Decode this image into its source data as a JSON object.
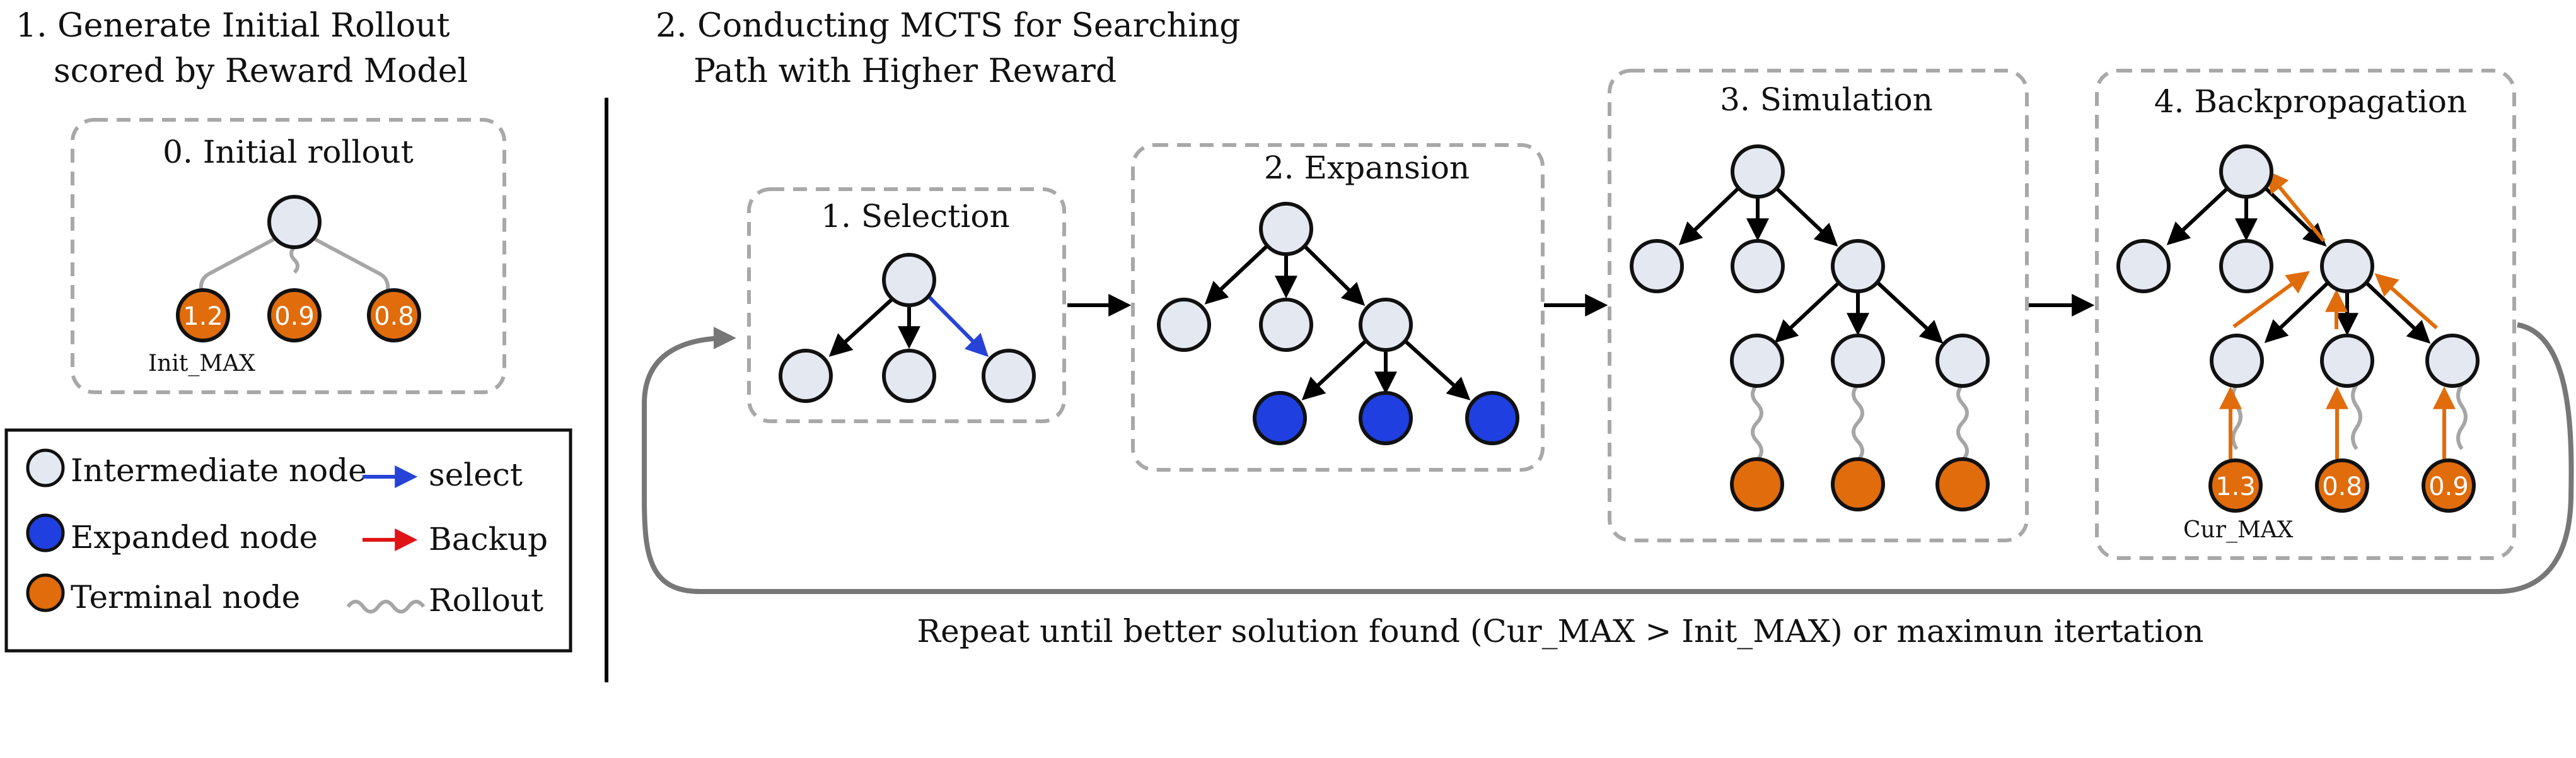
{
  "sections": {
    "left_title": [
      "1. Generate Initial Rollout",
      "scored by Reward Model"
    ],
    "right_title": [
      "2. Conducting MCTS for Searching",
      "Path with Higher Reward"
    ]
  },
  "panels": {
    "initial": {
      "title": "0. Initial rollout",
      "values": [
        "1.2",
        "0.9",
        "0.8"
      ],
      "marker": "Init_MAX"
    },
    "selection": {
      "title": "1. Selection"
    },
    "expansion": {
      "title": "2. Expansion"
    },
    "simulation": {
      "title": "3. Simulation"
    },
    "backprop": {
      "title": "4. Backpropagation",
      "values": [
        "1.3",
        "0.8",
        "0.9"
      ],
      "marker": "Cur_MAX"
    }
  },
  "legend": {
    "nodes": [
      "Intermediate node",
      "Expanded node",
      "Terminal node"
    ],
    "edges": [
      "select",
      "Backup",
      "Rollout"
    ]
  },
  "loop_caption": "Repeat until better solution found (Cur_MAX > Init_MAX) or maximun itertation",
  "colors": {
    "intermediate": "#e4e8f0",
    "expanded": "#1f3fe0",
    "terminal": "#e06c0b",
    "select_arrow": "#2643d6",
    "backup_arrow": "#e01414",
    "backprop_arrow": "#e06c0b",
    "rollout": "#a6a6a6",
    "panel_border": "#a8a8a8"
  }
}
